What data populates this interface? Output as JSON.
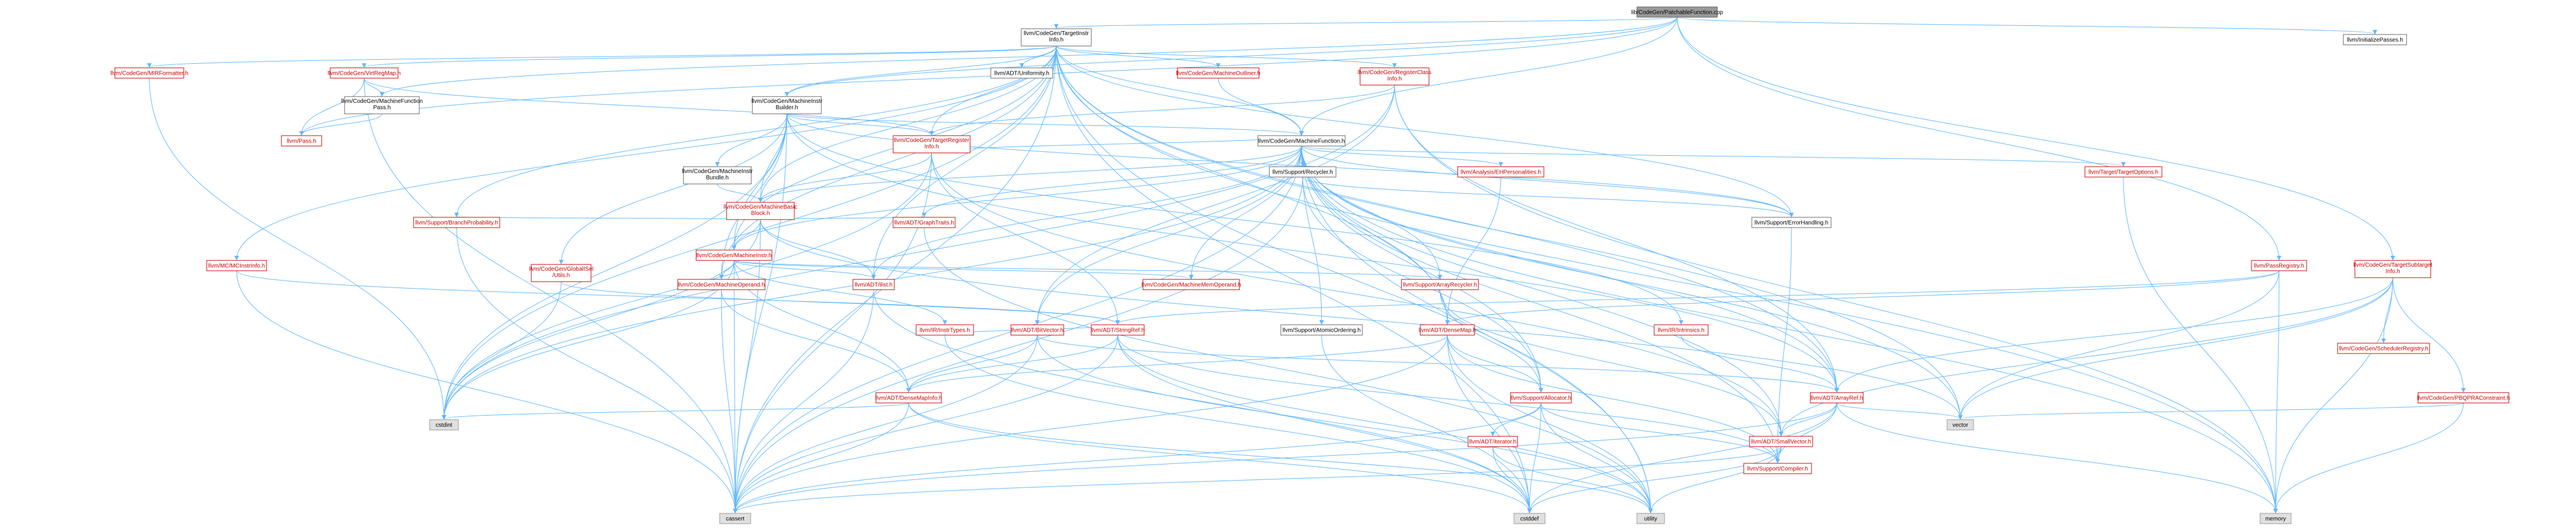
{
  "diagram": {
    "root": "lib/CodeGen/PatchableFunction.cpp",
    "colors": {
      "root_fill": "#999999",
      "red_text": "#cc0000",
      "red_border": "#cc0000",
      "black_border": "#666666",
      "system_fill": "#e0e0e0",
      "system_border": "#999999",
      "edge": "#63b8ff"
    },
    "nodes": [
      {
        "id": "root",
        "lines": [
          "lib/CodeGen/PatchableFunction.cpp"
        ],
        "style": "root"
      },
      {
        "id": "tii",
        "lines": [
          "llvm/CodeGen/TargetInstr",
          "Info.h"
        ],
        "style": "black"
      },
      {
        "id": "initpasses",
        "lines": [
          "llvm/InitializePasses.h"
        ],
        "style": "black"
      },
      {
        "id": "mirformatter",
        "lines": [
          "llvm/CodeGen/MIRFormatter.h"
        ],
        "style": "red"
      },
      {
        "id": "virtregmap",
        "lines": [
          "llvm/CodeGen/VirtRegMap.h"
        ],
        "style": "red"
      },
      {
        "id": "uniformity",
        "lines": [
          "llvm/ADT/Uniformity.h"
        ],
        "style": "black"
      },
      {
        "id": "machineoutliner",
        "lines": [
          "llvm/CodeGen/MachineOutliner.h"
        ],
        "style": "red"
      },
      {
        "id": "regclassinfo",
        "lines": [
          "llvm/CodeGen/RegisterClass",
          "Info.h"
        ],
        "style": "red"
      },
      {
        "id": "mfpass",
        "lines": [
          "llvm/CodeGen/MachineFunction",
          "Pass.h"
        ],
        "style": "black"
      },
      {
        "id": "mib",
        "lines": [
          "llvm/CodeGen/MachineInstr",
          "Builder.h"
        ],
        "style": "black"
      },
      {
        "id": "pass",
        "lines": [
          "llvm/Pass.h"
        ],
        "style": "red"
      },
      {
        "id": "tri",
        "lines": [
          "llvm/CodeGen/TargetRegister",
          "Info.h"
        ],
        "style": "red"
      },
      {
        "id": "mf",
        "lines": [
          "llvm/CodeGen/MachineFunction.h"
        ],
        "style": "black"
      },
      {
        "id": "mibundle",
        "lines": [
          "llvm/CodeGen/MachineInstr",
          "Bundle.h"
        ],
        "style": "black"
      },
      {
        "id": "mbb",
        "lines": [
          "llvm/CodeGen/MachineBasic",
          "Block.h"
        ],
        "style": "red"
      },
      {
        "id": "recycler",
        "lines": [
          "llvm/Support/Recycler.h"
        ],
        "style": "black"
      },
      {
        "id": "ehpers",
        "lines": [
          "llvm/Analysis/EHPersonalities.h"
        ],
        "style": "red"
      },
      {
        "id": "targetoptions",
        "lines": [
          "llvm/Target/TargetOptions.h"
        ],
        "style": "red"
      },
      {
        "id": "errorhandling",
        "lines": [
          "llvm/Support/ErrorHandling.h"
        ],
        "style": "black"
      },
      {
        "id": "branchprob",
        "lines": [
          "llvm/Support/BranchProbability.h"
        ],
        "style": "red"
      },
      {
        "id": "mi",
        "lines": [
          "llvm/CodeGen/MachineInstr.h"
        ],
        "style": "red"
      },
      {
        "id": "graphtraits",
        "lines": [
          "llvm/ADT/GraphTraits.h"
        ],
        "style": "red"
      },
      {
        "id": "mcinstrinfo",
        "lines": [
          "llvm/MC/MCInstrInfo.h"
        ],
        "style": "red"
      },
      {
        "id": "globalisel",
        "lines": [
          "llvm/CodeGen/GlobalISel",
          "/Utils.h"
        ],
        "style": "red"
      },
      {
        "id": "mo",
        "lines": [
          "llvm/CodeGen/MachineOperand.h"
        ],
        "style": "red"
      },
      {
        "id": "ilist",
        "lines": [
          "llvm/ADT/ilist.h"
        ],
        "style": "red"
      },
      {
        "id": "mmo",
        "lines": [
          "llvm/CodeGen/MachineMemOperand.h"
        ],
        "style": "red"
      },
      {
        "id": "arrayrecycler",
        "lines": [
          "llvm/Support/ArrayRecycler.h"
        ],
        "style": "red"
      },
      {
        "id": "passregistry",
        "lines": [
          "llvm/PassRegistry.h"
        ],
        "style": "red"
      },
      {
        "id": "tsi",
        "lines": [
          "llvm/CodeGen/TargetSubtarget",
          "Info.h"
        ],
        "style": "red"
      },
      {
        "id": "instrtypes",
        "lines": [
          "llvm/IR/InstrTypes.h"
        ],
        "style": "red"
      },
      {
        "id": "bitvector",
        "lines": [
          "llvm/ADT/BitVector.h"
        ],
        "style": "red"
      },
      {
        "id": "stringref",
        "lines": [
          "llvm/ADT/StringRef.h"
        ],
        "style": "red"
      },
      {
        "id": "atomicordering",
        "lines": [
          "llvm/Support/AtomicOrdering.h"
        ],
        "style": "black"
      },
      {
        "id": "densemap",
        "lines": [
          "llvm/ADT/DenseMap.h"
        ],
        "style": "red"
      },
      {
        "id": "intrinsics",
        "lines": [
          "llvm/IR/Intrinsics.h"
        ],
        "style": "red"
      },
      {
        "id": "schedreg",
        "lines": [
          "llvm/CodeGen/SchedulerRegistry.h"
        ],
        "style": "red"
      },
      {
        "id": "pbqp",
        "lines": [
          "llvm/CodeGen/PBQPRAConstraint.h"
        ],
        "style": "red"
      },
      {
        "id": "allocator",
        "lines": [
          "llvm/Support/Allocator.h"
        ],
        "style": "red"
      },
      {
        "id": "densemapinfo",
        "lines": [
          "llvm/ADT/DenseMapInfo.h"
        ],
        "style": "red"
      },
      {
        "id": "arrayref",
        "lines": [
          "llvm/ADT/ArrayRef.h"
        ],
        "style": "red"
      },
      {
        "id": "iterator",
        "lines": [
          "llvm/ADT/iterator.h"
        ],
        "style": "red"
      },
      {
        "id": "smallvector",
        "lines": [
          "llvm/ADT/SmallVector.h"
        ],
        "style": "red"
      },
      {
        "id": "compiler",
        "lines": [
          "llvm/Support/Compiler.h"
        ],
        "style": "red"
      },
      {
        "id": "cstdint",
        "lines": [
          "cstdint"
        ],
        "style": "system"
      },
      {
        "id": "cassert",
        "lines": [
          "cassert"
        ],
        "style": "system"
      },
      {
        "id": "cstddef",
        "lines": [
          "cstddef"
        ],
        "style": "system"
      },
      {
        "id": "utility",
        "lines": [
          "utility"
        ],
        "style": "system"
      },
      {
        "id": "vector",
        "lines": [
          "vector"
        ],
        "style": "system"
      },
      {
        "id": "memory",
        "lines": [
          "memory"
        ],
        "style": "system"
      }
    ],
    "edges": [
      [
        "root",
        "tii"
      ],
      [
        "root",
        "initpasses"
      ],
      [
        "root",
        "mfpass"
      ],
      [
        "root",
        "mib"
      ],
      [
        "root",
        "pass"
      ],
      [
        "root",
        "tsi"
      ],
      [
        "root",
        "mf"
      ],
      [
        "root",
        "passregistry"
      ],
      [
        "tii",
        "mirformatter"
      ],
      [
        "tii",
        "virtregmap"
      ],
      [
        "tii",
        "uniformity"
      ],
      [
        "tii",
        "machineoutliner"
      ],
      [
        "tii",
        "regclassinfo"
      ],
      [
        "tii",
        "mib"
      ],
      [
        "tii",
        "mf"
      ],
      [
        "tii",
        "mbb"
      ],
      [
        "tii",
        "mi"
      ],
      [
        "tii",
        "mo"
      ],
      [
        "tii",
        "mcinstrinfo"
      ],
      [
        "tii",
        "branchprob"
      ],
      [
        "tii",
        "tri"
      ],
      [
        "tii",
        "densemap"
      ],
      [
        "tii",
        "arrayref"
      ],
      [
        "tii",
        "errorhandling"
      ],
      [
        "tii",
        "cassert"
      ],
      [
        "tii",
        "cstddef"
      ],
      [
        "tii",
        "cstdint"
      ],
      [
        "tii",
        "memory"
      ],
      [
        "tii",
        "utility"
      ],
      [
        "tii",
        "vector"
      ],
      [
        "tii",
        "ilist"
      ],
      [
        "virtregmap",
        "mfpass"
      ],
      [
        "virtregmap",
        "tri"
      ],
      [
        "virtregmap",
        "pass"
      ],
      [
        "virtregmap",
        "cassert"
      ],
      [
        "mirformatter",
        "cstdint"
      ],
      [
        "mfpass",
        "pass"
      ],
      [
        "machineoutliner",
        "mf"
      ],
      [
        "regclassinfo",
        "tri"
      ],
      [
        "regclassinfo",
        "bitvector"
      ],
      [
        "regclassinfo",
        "arrayref"
      ],
      [
        "regclassinfo",
        "memory"
      ],
      [
        "regclassinfo",
        "cstdint"
      ],
      [
        "mib",
        "mf"
      ],
      [
        "mib",
        "mibundle"
      ],
      [
        "mib",
        "mbb"
      ],
      [
        "mib",
        "mi"
      ],
      [
        "mib",
        "mo"
      ],
      [
        "mib",
        "globalisel"
      ],
      [
        "mib",
        "tri"
      ],
      [
        "mib",
        "intrinsics"
      ],
      [
        "mib",
        "errorhandling"
      ],
      [
        "mib",
        "arrayref"
      ],
      [
        "mib",
        "cassert"
      ],
      [
        "mib",
        "cstdint"
      ],
      [
        "mibundle",
        "mbb"
      ],
      [
        "tri",
        "mbb"
      ],
      [
        "tri",
        "mf"
      ],
      [
        "tri",
        "stringref"
      ],
      [
        "tri",
        "smallvector"
      ],
      [
        "tri",
        "cassert"
      ],
      [
        "tri",
        "cstdint"
      ],
      [
        "mf",
        "mbb"
      ],
      [
        "mf",
        "recycler"
      ],
      [
        "mf",
        "ehpers"
      ],
      [
        "mf",
        "targetoptions"
      ],
      [
        "mf",
        "errorhandling"
      ],
      [
        "mf",
        "mi"
      ],
      [
        "mf",
        "mmo"
      ],
      [
        "mf",
        "arrayrecycler"
      ],
      [
        "mf",
        "allocator"
      ],
      [
        "mf",
        "graphtraits"
      ],
      [
        "mf",
        "ilist"
      ],
      [
        "mf",
        "bitvector"
      ],
      [
        "mf",
        "densemap"
      ],
      [
        "mf",
        "smallvector"
      ],
      [
        "mf",
        "arrayref"
      ],
      [
        "mf",
        "atomicordering"
      ],
      [
        "mf",
        "compiler"
      ],
      [
        "mf",
        "cassert"
      ],
      [
        "mf",
        "cstdint"
      ],
      [
        "mf",
        "memory"
      ],
      [
        "mf",
        "utility"
      ],
      [
        "mf",
        "vector"
      ],
      [
        "mbb",
        "mi"
      ],
      [
        "mbb",
        "branchprob"
      ],
      [
        "mbb",
        "graphtraits"
      ],
      [
        "mbb",
        "ilist"
      ],
      [
        "mbb",
        "cassert"
      ],
      [
        "mbb",
        "cstdint"
      ],
      [
        "mbb",
        "vector"
      ],
      [
        "mi",
        "mo"
      ],
      [
        "mi",
        "mmo"
      ],
      [
        "mi",
        "ilist"
      ],
      [
        "mi",
        "arrayrecycler"
      ],
      [
        "mi",
        "instrtypes"
      ],
      [
        "mi",
        "densemapinfo"
      ],
      [
        "mi",
        "cassert"
      ],
      [
        "mi",
        "cstdint"
      ],
      [
        "mo",
        "densemapinfo"
      ],
      [
        "mo",
        "cassert"
      ],
      [
        "globalisel",
        "stringref"
      ],
      [
        "globalisel",
        "cstdint"
      ],
      [
        "recycler",
        "errorhandling"
      ],
      [
        "recycler",
        "allocator"
      ],
      [
        "recycler",
        "cassert"
      ],
      [
        "ehpers",
        "densemap"
      ],
      [
        "branchprob",
        "cassert"
      ],
      [
        "targetoptions",
        "memory"
      ],
      [
        "errorhandling",
        "compiler"
      ],
      [
        "mcinstrinfo",
        "stringref"
      ],
      [
        "mcinstrinfo",
        "cassert"
      ],
      [
        "arrayrecycler",
        "allocator"
      ],
      [
        "arrayrecycler",
        "smallvector"
      ],
      [
        "passregistry",
        "stringref"
      ],
      [
        "passregistry",
        "densemap"
      ],
      [
        "passregistry",
        "memory"
      ],
      [
        "passregistry",
        "vector"
      ],
      [
        "tsi",
        "arrayref"
      ],
      [
        "tsi",
        "smallvector"
      ],
      [
        "tsi",
        "schedreg"
      ],
      [
        "tsi",
        "pbqp"
      ],
      [
        "tsi",
        "memory"
      ],
      [
        "tsi",
        "vector"
      ],
      [
        "pbqp",
        "memory"
      ],
      [
        "pbqp",
        "vector"
      ],
      [
        "instrtypes",
        "stringref"
      ],
      [
        "instrtypes",
        "cstddef"
      ],
      [
        "bitvector",
        "densemapinfo"
      ],
      [
        "bitvector",
        "arrayref"
      ],
      [
        "bitvector",
        "cassert"
      ],
      [
        "bitvector",
        "utility"
      ],
      [
        "stringref",
        "densemapinfo"
      ],
      [
        "stringref",
        "compiler"
      ],
      [
        "stringref",
        "cassert"
      ],
      [
        "stringref",
        "cstddef"
      ],
      [
        "stringref",
        "utility"
      ],
      [
        "densemap",
        "densemapinfo"
      ],
      [
        "densemap",
        "allocator"
      ],
      [
        "densemap",
        "cassert"
      ],
      [
        "densemap",
        "cstddef"
      ],
      [
        "densemap",
        "utility"
      ],
      [
        "densemap",
        "compiler"
      ],
      [
        "allocator",
        "compiler"
      ],
      [
        "allocator",
        "cassert"
      ],
      [
        "allocator",
        "cstddef"
      ],
      [
        "allocator",
        "utility"
      ],
      [
        "allocator",
        "iterator"
      ],
      [
        "iterator",
        "cstddef"
      ],
      [
        "iterator",
        "utility"
      ],
      [
        "densemapinfo",
        "cassert"
      ],
      [
        "densemapinfo",
        "cstddef"
      ],
      [
        "densemapinfo",
        "cstdint"
      ],
      [
        "densemapinfo",
        "utility"
      ],
      [
        "arrayref",
        "smallvector"
      ],
      [
        "arrayref",
        "compiler"
      ],
      [
        "arrayref",
        "cassert"
      ],
      [
        "arrayref",
        "cstddef"
      ],
      [
        "arrayref",
        "memory"
      ],
      [
        "arrayref",
        "vector"
      ],
      [
        "smallvector",
        "compiler"
      ],
      [
        "smallvector",
        "cassert"
      ],
      [
        "smallvector",
        "cstddef"
      ],
      [
        "smallvector",
        "utility"
      ],
      [
        "intrinsics",
        "arrayref"
      ],
      [
        "atomicordering",
        "cstddef"
      ],
      [
        "ilist",
        "cassert"
      ],
      [
        "ilist",
        "cstddef"
      ],
      [
        "graphtraits",
        "utility"
      ]
    ]
  }
}
